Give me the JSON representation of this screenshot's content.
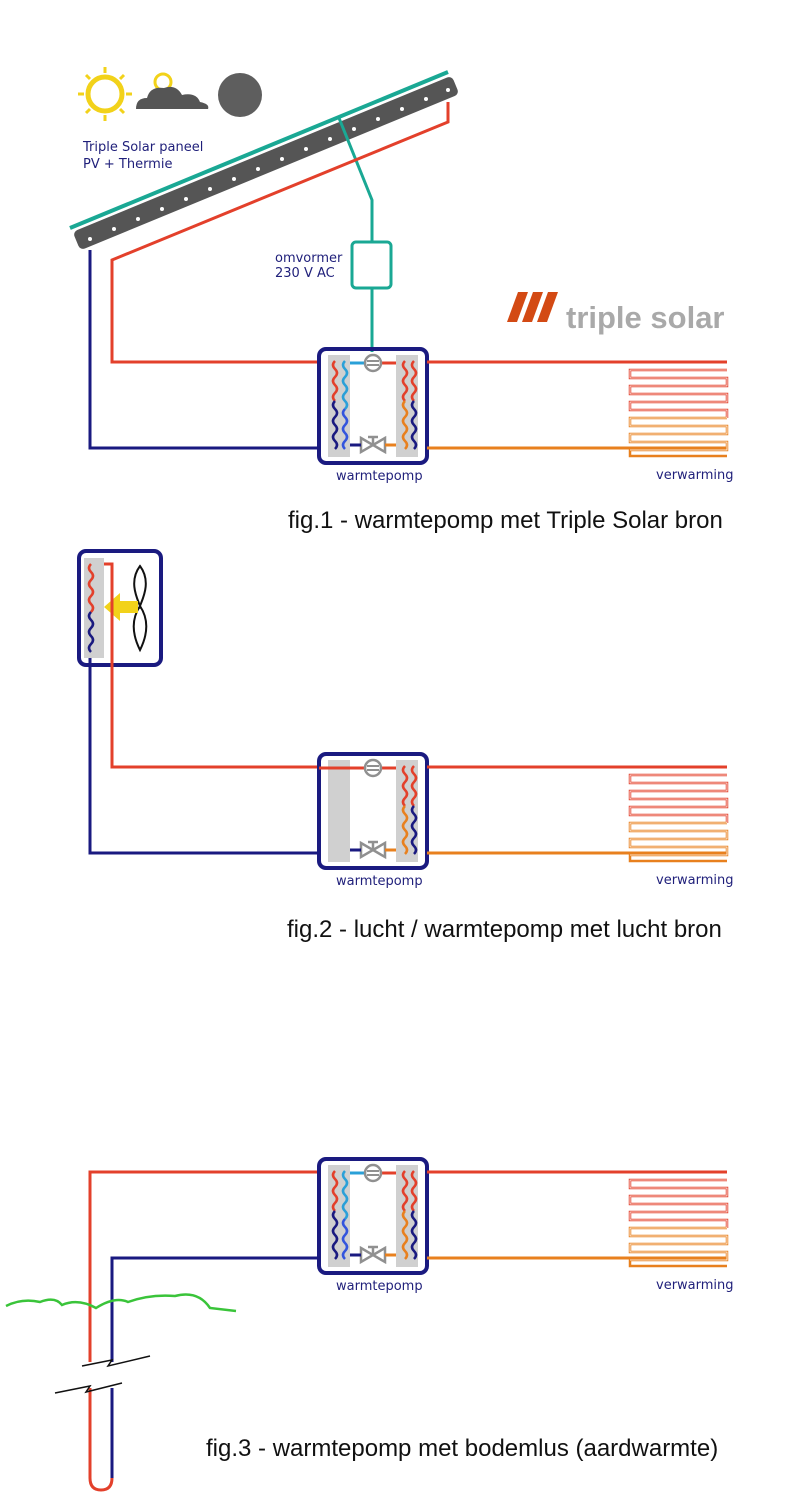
{
  "colors": {
    "hot": "#e3402b",
    "cold": "#1a1a80",
    "warm": "#e8801e",
    "electric": "#1aa894",
    "panel": "#555555",
    "ground": "#3ac43a",
    "fan_arrow": "#f2d21a",
    "valve": "#909090",
    "brand": "#d34a14"
  },
  "fig1": {
    "panel_label_1": "Triple Solar paneel",
    "panel_label_2": "PV + Thermie",
    "inverter_label_1": "omvormer",
    "inverter_label_2": "230 V AC",
    "heatpump_label": "warmtepomp",
    "heating_label": "verwarming",
    "caption": "fig.1 - warmtepomp met Triple Solar bron",
    "icons": [
      "sun-icon",
      "cloud-sun-icon",
      "night-icon"
    ]
  },
  "logo": {
    "text": "triple solar"
  },
  "fig2": {
    "heatpump_label": "warmtepomp",
    "heating_label": "verwarming",
    "caption": "fig.2 - lucht / warmtepomp met lucht bron",
    "icons": [
      "fan-icon",
      "airflow-arrow-icon"
    ]
  },
  "fig3": {
    "heatpump_label": "warmtepomp",
    "heating_label": "verwarming",
    "caption": "fig.3 - warmtepomp met bodemlus (aardwarmte)",
    "icons": [
      "ground-line-icon",
      "break-mark-icon"
    ]
  }
}
